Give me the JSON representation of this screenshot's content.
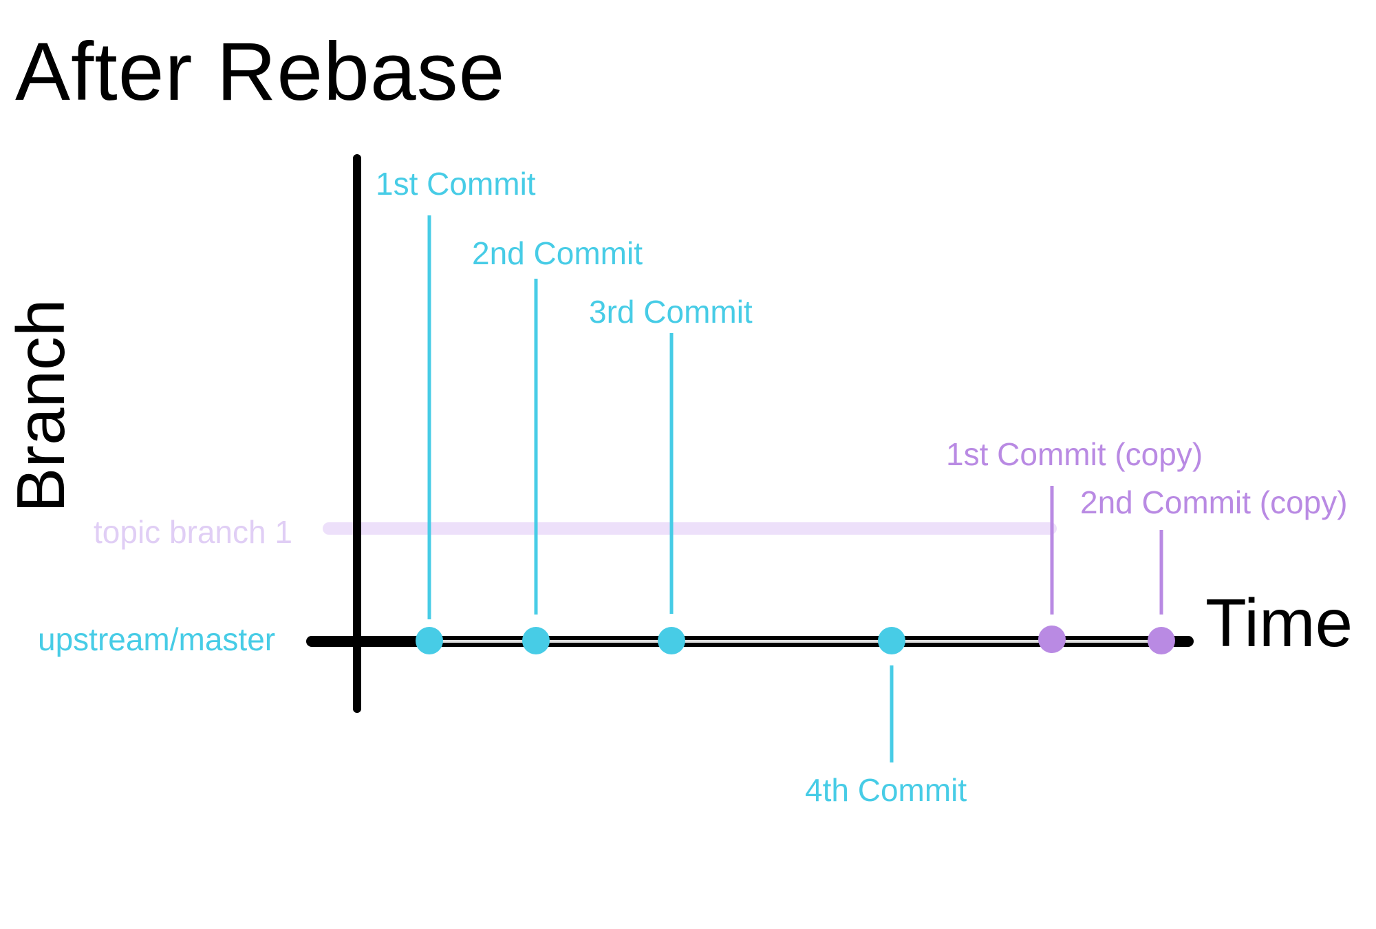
{
  "title": "After Rebase",
  "axes": {
    "y_label": "Branch",
    "x_label": "Time"
  },
  "branches": {
    "master": {
      "label": "upstream/master",
      "color": "#47cce6"
    },
    "topic": {
      "label": "topic branch 1",
      "color": "#e0cef5"
    }
  },
  "commits": [
    {
      "label": "1st Commit",
      "color": "#47cce6"
    },
    {
      "label": "2nd Commit",
      "color": "#47cce6"
    },
    {
      "label": "3rd Commit",
      "color": "#47cce6"
    },
    {
      "label": "4th Commit",
      "color": "#47cce6"
    },
    {
      "label": "1st Commit (copy)",
      "color": "#b98ae3"
    },
    {
      "label": "2nd Commit (copy)",
      "color": "#b98ae3"
    }
  ]
}
